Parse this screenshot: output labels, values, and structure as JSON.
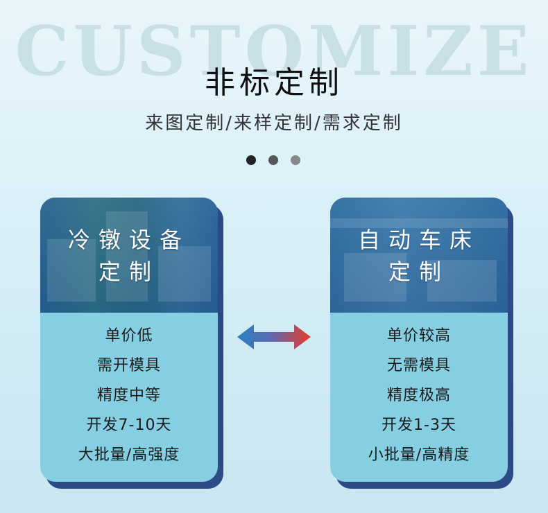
{
  "background_word": "CUSTOMIZE",
  "title": "非标定制",
  "subtitle": "来图定制/来样定制/需求定制",
  "dots": [
    "#222222",
    "#555555",
    "#888888"
  ],
  "cards": [
    {
      "title_line1": "冷镦设备",
      "title_line2": "定制",
      "features": [
        "单价低",
        "需开模具",
        "精度中等",
        "开发7-10天",
        "大批量/高强度"
      ]
    },
    {
      "title_line1": "自动车床",
      "title_line2": "定制",
      "features": [
        "单价较高",
        "无需模具",
        "精度极高",
        "开发1-3天",
        "小批量/高精度"
      ]
    }
  ],
  "colors": {
    "card_body": "#86cfe2",
    "card_shadow": "#2b4a86",
    "arrow_left": "#2a7fc4",
    "arrow_right": "#e8392a"
  },
  "icons": {
    "arrow": "double-arrow-icon"
  }
}
